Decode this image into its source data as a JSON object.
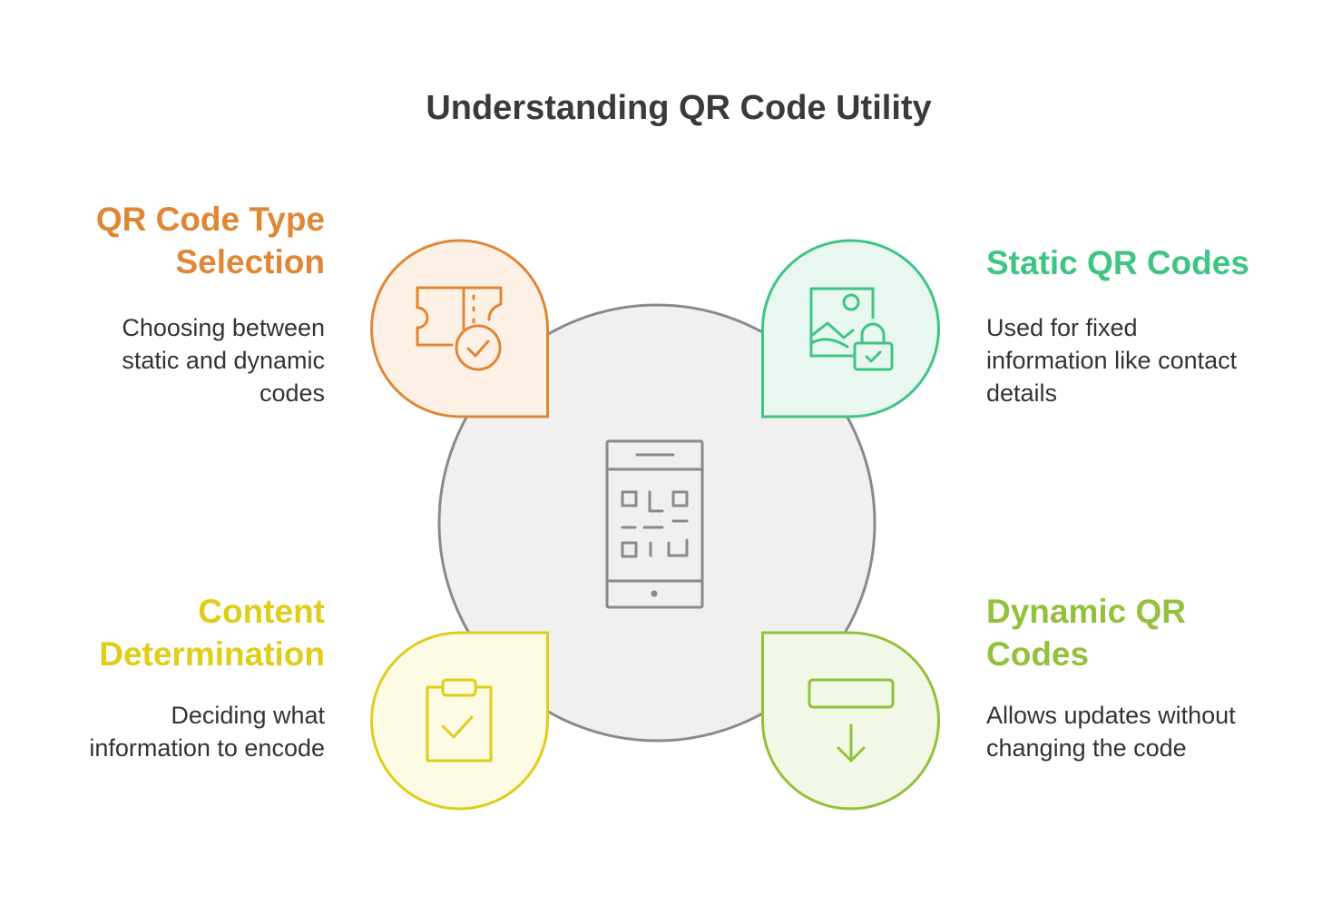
{
  "title": "Understanding QR Code Utility",
  "colors": {
    "orange": "#df8736",
    "green": "#3ec483",
    "yellow": "#e0cd1a",
    "lime": "#94c13c",
    "center": "#8a8a8a"
  },
  "items": [
    {
      "heading_line1": "QR Code Type",
      "heading_line2": "Selection",
      "desc_line1": "Choosing between",
      "desc_line2": "static and dynamic",
      "desc_line3": "codes",
      "icon": "ticket-check-icon"
    },
    {
      "heading_line1": "Static QR Codes",
      "heading_line2": "",
      "desc_line1": "Used for fixed",
      "desc_line2": "information like contact",
      "desc_line3": "details",
      "icon": "image-lock-icon"
    },
    {
      "heading_line1": "Content",
      "heading_line2": "Determination",
      "desc_line1": "Deciding what",
      "desc_line2": "information to encode",
      "desc_line3": "",
      "icon": "clipboard-check-icon"
    },
    {
      "heading_line1": "Dynamic QR",
      "heading_line2": "Codes",
      "desc_line1": "Allows updates without",
      "desc_line2": "changing the code",
      "desc_line3": "",
      "icon": "download-icon"
    }
  ],
  "center_icon": "phone-qr-icon"
}
